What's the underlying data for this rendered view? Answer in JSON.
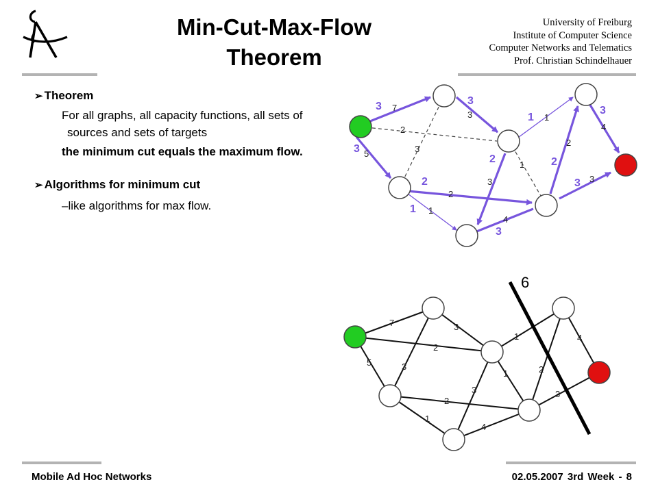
{
  "header": {
    "title_line1": "Min-Cut-Max-Flow",
    "title_line2": "Theorem",
    "institution": [
      "University of Freiburg",
      "Institute of Computer Science",
      "Computer Networks and Telematics",
      "Prof. Christian Schindelhauer"
    ]
  },
  "content": {
    "bullet1": "Theorem",
    "theorem_text": "For all graphs, all capacity functions, all sets of sources and sets of targets",
    "theorem_bold": "the minimum cut equals the maximum flow.",
    "bullet2": "Algorithms for minimum cut",
    "algo_text": "–like algorithms for max flow."
  },
  "footer": {
    "left": "Mobile Ad Hoc Networks",
    "right": "02.05.2007 3rd Week - 8"
  },
  "graph_flow": {
    "flow_labels": [
      "3",
      "3",
      "3",
      "1",
      "3",
      "2",
      "2",
      "2",
      "1",
      "3",
      "3"
    ],
    "capacity_labels": [
      "7",
      "3",
      "1",
      "4",
      "2",
      "5",
      "3",
      "2",
      "1",
      "3",
      "2",
      "1",
      "4",
      "3"
    ]
  },
  "graph_cut": {
    "cut_value": "6",
    "capacity_labels": [
      "7",
      "3",
      "1",
      "4",
      "2",
      "5",
      "3",
      "2",
      "1",
      "3",
      "2",
      "1",
      "4",
      "3"
    ]
  },
  "colors": {
    "source": "#22cc22",
    "sink": "#e01010",
    "flow": "#7755dd",
    "rule": "#b3b3b3"
  }
}
